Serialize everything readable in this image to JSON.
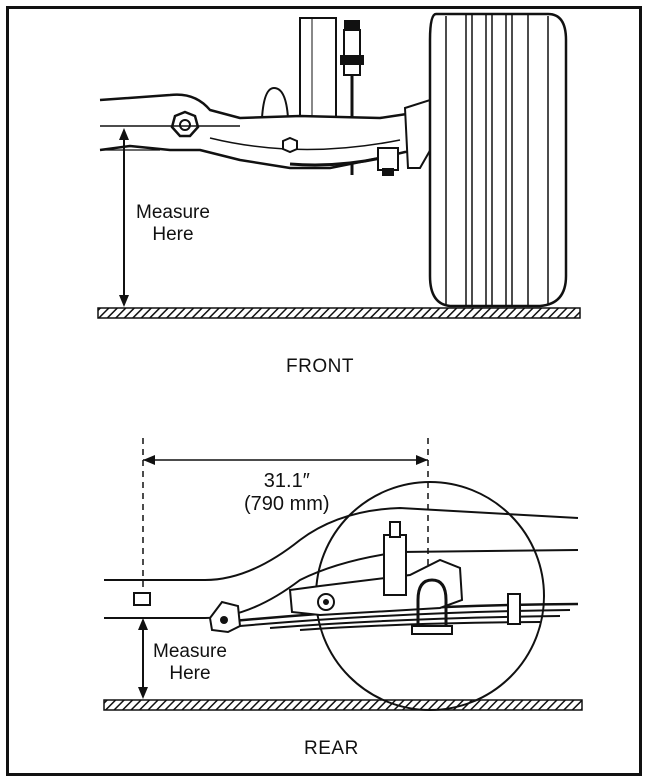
{
  "front": {
    "measure_line1": "Measure",
    "measure_line2": "Here",
    "caption": "FRONT"
  },
  "rear": {
    "dimension_line1": "31.1″",
    "dimension_line2": "(790 mm)",
    "measure_line1": "Measure",
    "measure_line2": "Here",
    "caption": "REAR"
  },
  "colors": {
    "ink": "#111111",
    "paper": "#ffffff"
  }
}
